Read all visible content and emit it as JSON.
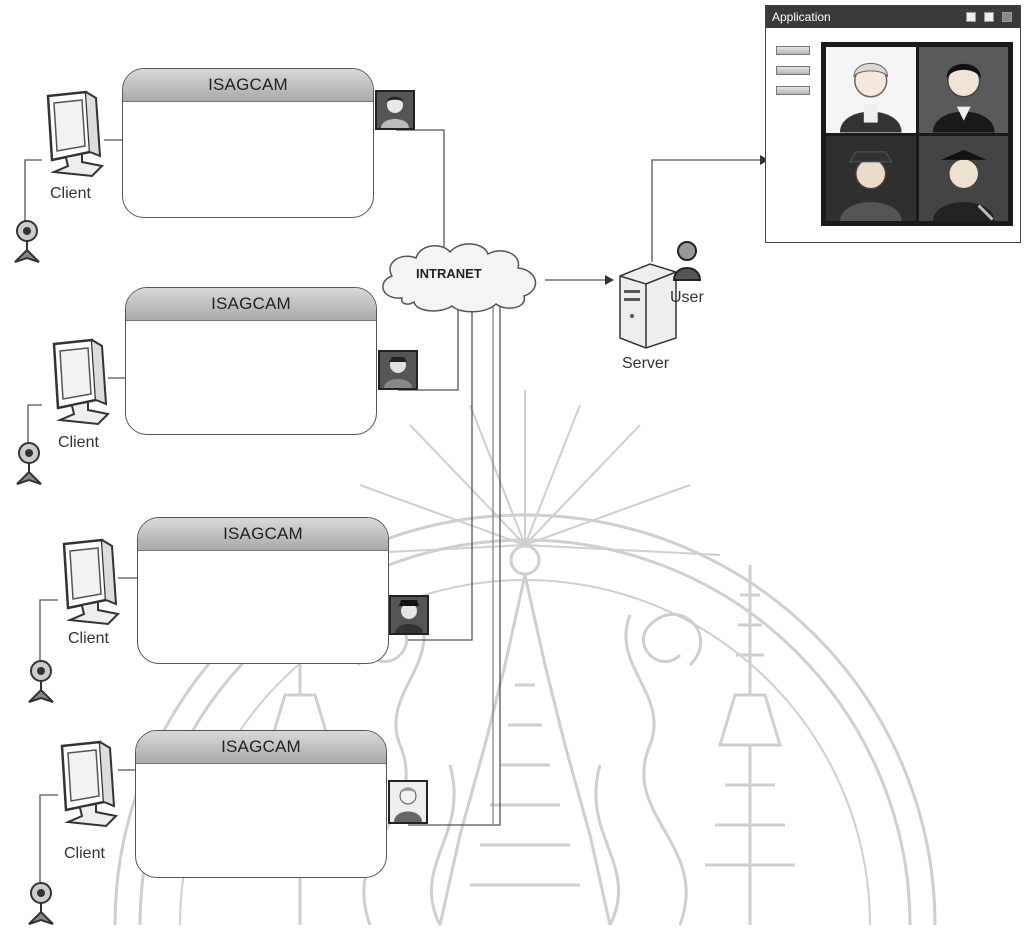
{
  "network": {
    "label": "INTRANET"
  },
  "server": {
    "label": "Server"
  },
  "user": {
    "label": "User"
  },
  "application": {
    "title": "Application"
  },
  "clients": [
    {
      "panel_title": "ISAGCAM",
      "label": "Client"
    },
    {
      "panel_title": "ISAGCAM",
      "label": "Client"
    },
    {
      "panel_title": "ISAGCAM",
      "label": "Client"
    },
    {
      "panel_title": "ISAGCAM",
      "label": "Client"
    }
  ],
  "icons": {
    "client": "monitor-icon",
    "webcam": "webcam-icon",
    "server": "server-icon",
    "user": "user-icon",
    "thumbnail": "user-avatar-icon",
    "network": "cloud-icon"
  },
  "colors": {
    "line": "#555555",
    "panel_header": "#b8b8b8",
    "app_titlebar": "#3a3a3a",
    "video_bg": "#1a1a1a",
    "watermark": "#c8c8c8"
  }
}
